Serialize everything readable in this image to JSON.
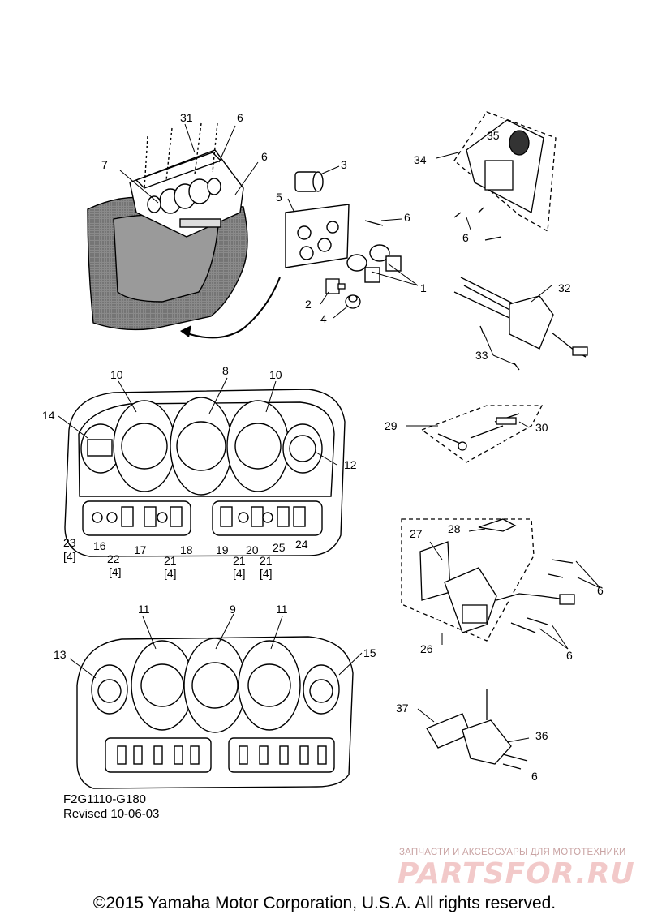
{
  "callouts": [
    "31",
    "6",
    "6",
    "7",
    "3",
    "5",
    "6",
    "1",
    "2",
    "4",
    "35",
    "34",
    "6",
    "32",
    "33",
    "10",
    "8",
    "10",
    "14",
    "12",
    "29",
    "30",
    "23",
    "[4]",
    "16",
    "22",
    "[4]",
    "17",
    "21",
    "[4]",
    "18",
    "19",
    "21",
    "[4]",
    "20",
    "21",
    "[4]",
    "25",
    "24",
    "27",
    "28",
    "6",
    "26",
    "6",
    "11",
    "9",
    "11",
    "13",
    "15",
    "37",
    "36",
    "6"
  ],
  "caption": {
    "line1": "F2G1110-G180",
    "line2": "Revised 10-06-03"
  },
  "watermark": {
    "small": "ЗАПЧАСТИ И АКСЕССУАРЫ ДЛЯ МОТОТЕХНИКИ",
    "logo": "PARTSFOR.RU"
  },
  "copyright": "©2015 Yamaha Motor Corporation, U.S.A. All rights reserved."
}
